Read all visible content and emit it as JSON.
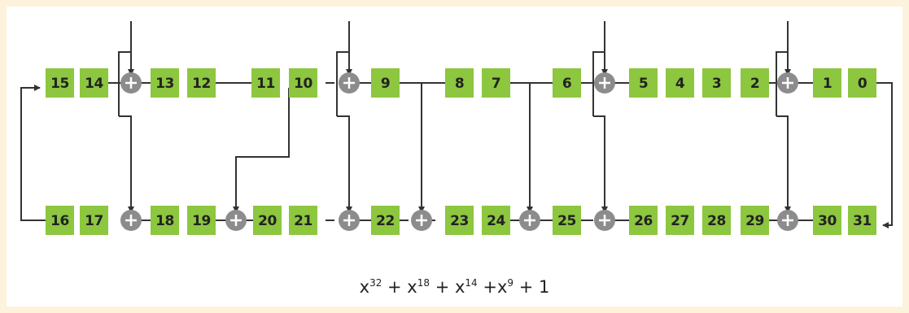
{
  "colors": {
    "register_fill": "#8dc63f",
    "xor_fill": "#8c8c8c",
    "line": "#333333",
    "frame": "#fdf2dc"
  },
  "icons": {
    "xor": "circled-plus-icon"
  },
  "registers_top": [
    "15",
    "14",
    "13",
    "12",
    "11",
    "10",
    "9",
    "8",
    "7",
    "6",
    "5",
    "4",
    "3",
    "2",
    "1",
    "0"
  ],
  "registers_bottom": [
    "16",
    "17",
    "18",
    "19",
    "20",
    "21",
    "22",
    "23",
    "24",
    "25",
    "26",
    "27",
    "28",
    "29",
    "30",
    "31"
  ],
  "polynomial": {
    "terms": [
      {
        "base": "x",
        "exp": "32",
        "op": " + "
      },
      {
        "base": "x",
        "exp": "18",
        "op": " + "
      },
      {
        "base": "x",
        "exp": "14",
        "op": " +"
      },
      {
        "base": "x",
        "exp": "9",
        "op": " + "
      },
      {
        "base": "1",
        "exp": "",
        "op": ""
      }
    ]
  }
}
